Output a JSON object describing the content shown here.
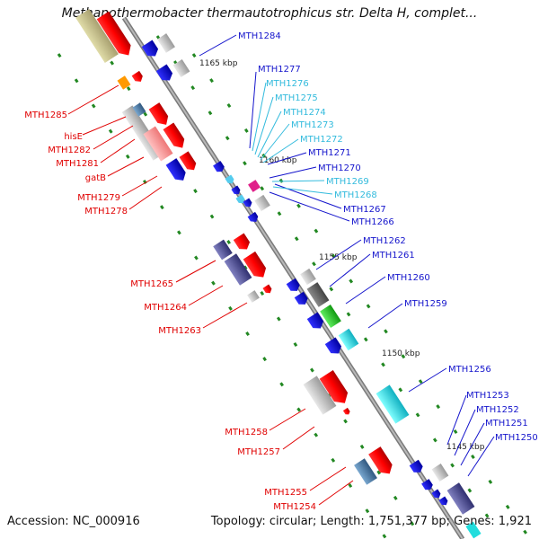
{
  "title": "Methanothermobacter thermautotrophicus str. Delta H, complet...",
  "footer": {
    "accession": "Accession: NC_000916",
    "topology": "Topology: circular; Length: 1,751,377 bp; Genes: 1,921"
  },
  "ruler": [
    "1165 kbp",
    "1160 kbp",
    "1155 kbp",
    "1150 kbp",
    "1145 kbp"
  ],
  "colors": {
    "red": "#e00000",
    "blue": "#0000cc",
    "cyan": "#33bbdd",
    "backbone": "#888888",
    "tick": "#228822"
  },
  "labels_left": [
    "MTH1285",
    "hisE",
    "MTH1282",
    "MTH1281",
    "gatB",
    "MTH1279",
    "MTH1278",
    "MTH1265",
    "MTH1264",
    "MTH1263",
    "MTH1258",
    "MTH1257",
    "MTH1255",
    "MTH1254"
  ],
  "labels_right_blue": [
    "MTH1284",
    "MTH1277",
    "MTH1271",
    "MTH1270",
    "MTH1267",
    "MTH1266",
    "MTH1262",
    "MTH1261",
    "MTH1260",
    "MTH1259",
    "MTH1256",
    "MTH1253",
    "MTH1252",
    "MTH1251",
    "MTH1250"
  ],
  "labels_right_cyan": [
    "MTH1276",
    "MTH1275",
    "MTH1274",
    "MTH1273",
    "MTH1272",
    "MTH1269",
    "MTH1268"
  ]
}
